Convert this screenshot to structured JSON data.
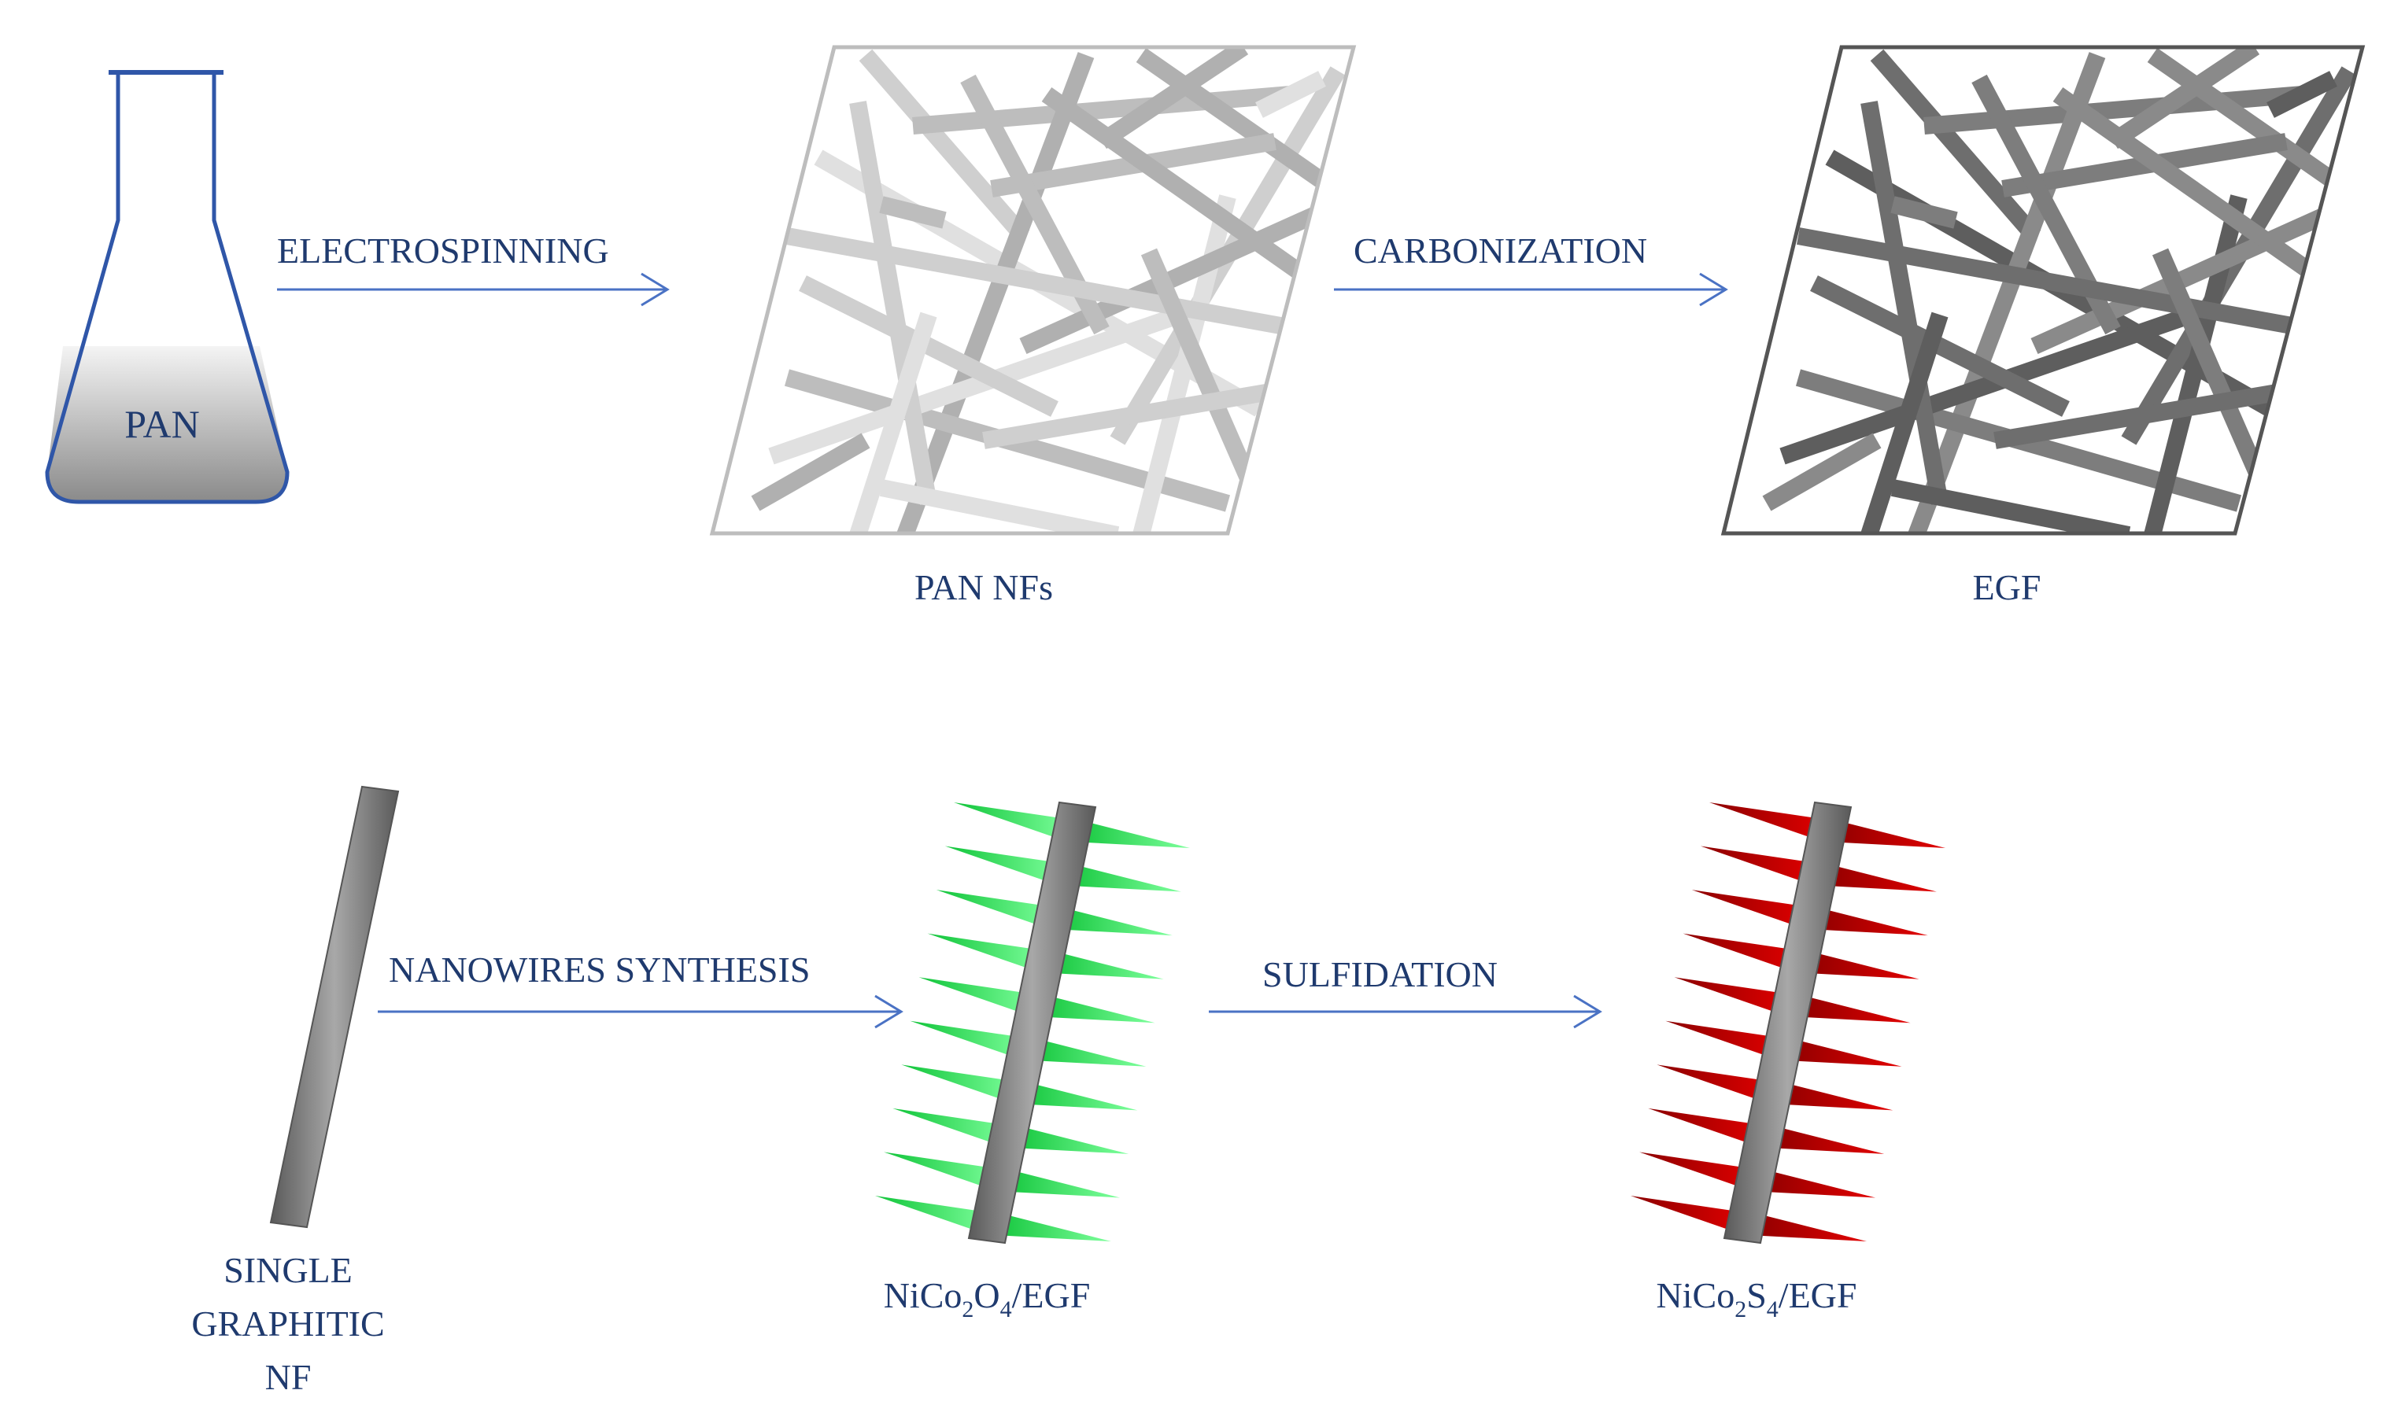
{
  "steps": {
    "electrospinning": "ELECTROSPINNING",
    "carbonization": "CARBONIZATION",
    "nanowires_synthesis": "NANOWIRES SYNTHESIS",
    "sulfidation": "SULFIDATION"
  },
  "materials": {
    "pan": "PAN",
    "pan_nfs": "PAN NFs",
    "egf": "EGF",
    "single_nf_line1": "SINGLE",
    "single_nf_line2": "GRAPHITIC",
    "single_nf_line3": "NF",
    "nico2o4": {
      "a": "NiCo",
      "s1": "2",
      "b": "O",
      "s2": "4",
      "c": "/EGF"
    },
    "nico2s4": {
      "a": "NiCo",
      "s1": "2",
      "b": "S",
      "s2": "4",
      "c": "/EGF"
    }
  },
  "colors": {
    "arrow": "#4a72c4",
    "label": "#1f3a6e",
    "nanowire_oxide": "#22dd4a",
    "nanowire_sulfide": "#b30000",
    "fiber_light": "#cfcfcf",
    "fiber_dark": "#6e6e6e"
  }
}
